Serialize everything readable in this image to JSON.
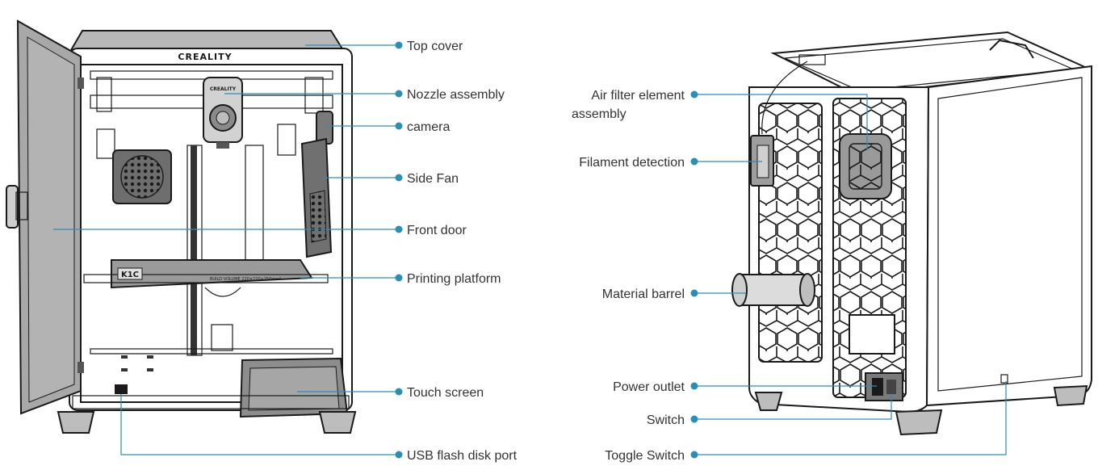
{
  "brand": {
    "logo_text": "CREALITY",
    "nozzle_logo_text": "CREALITY",
    "model_badge": "K1C",
    "build_volume_text": "BUILD VOLUME 220×220×250mm³"
  },
  "front_view": {
    "labels": [
      {
        "id": "top-cover",
        "text": "Top cover"
      },
      {
        "id": "nozzle-assembly",
        "text": "Nozzle assembly"
      },
      {
        "id": "camera",
        "text": "camera"
      },
      {
        "id": "side-fan",
        "text": "Side Fan"
      },
      {
        "id": "front-door",
        "text": "Front door"
      },
      {
        "id": "printing-platform",
        "text": "Printing platform"
      },
      {
        "id": "touch-screen",
        "text": "Touch screen"
      },
      {
        "id": "usb-port",
        "text": "USB flash disk port"
      }
    ]
  },
  "back_view": {
    "labels": [
      {
        "id": "air-filter",
        "text": "Air filter element",
        "text2": "assembly"
      },
      {
        "id": "filament-detection",
        "text": "Filament detection"
      },
      {
        "id": "material-barrel",
        "text": "Material barrel"
      },
      {
        "id": "power-outlet",
        "text": "Power outlet"
      },
      {
        "id": "switch",
        "text": "Switch"
      },
      {
        "id": "toggle-switch",
        "text": "Toggle Switch"
      }
    ]
  },
  "colors": {
    "leader": "#2a8fb5",
    "outline": "#1a1a1a",
    "door": "#a8a8a8",
    "panel": "#c9c9c9",
    "bed": "#9a9a9a",
    "screen": "#8d8d8d"
  }
}
